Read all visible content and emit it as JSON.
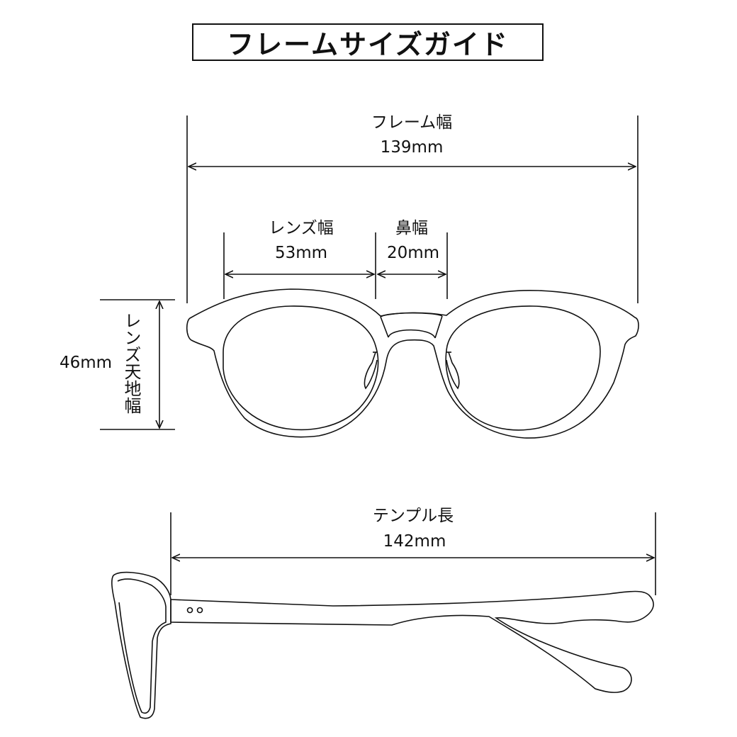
{
  "title": "フレームサイズガイド",
  "dimensions": {
    "frame_width": {
      "label": "フレーム幅",
      "value": "139mm"
    },
    "lens_width": {
      "label": "レンズ幅",
      "value": "53mm"
    },
    "bridge_width": {
      "label": "鼻幅",
      "value": "20mm"
    },
    "lens_height": {
      "label": "レンズ天地幅",
      "value": "46mm"
    },
    "temple_length": {
      "label": "テンプル長",
      "value": "142mm"
    }
  },
  "colors": {
    "line": "#111111",
    "background": "#ffffff"
  }
}
